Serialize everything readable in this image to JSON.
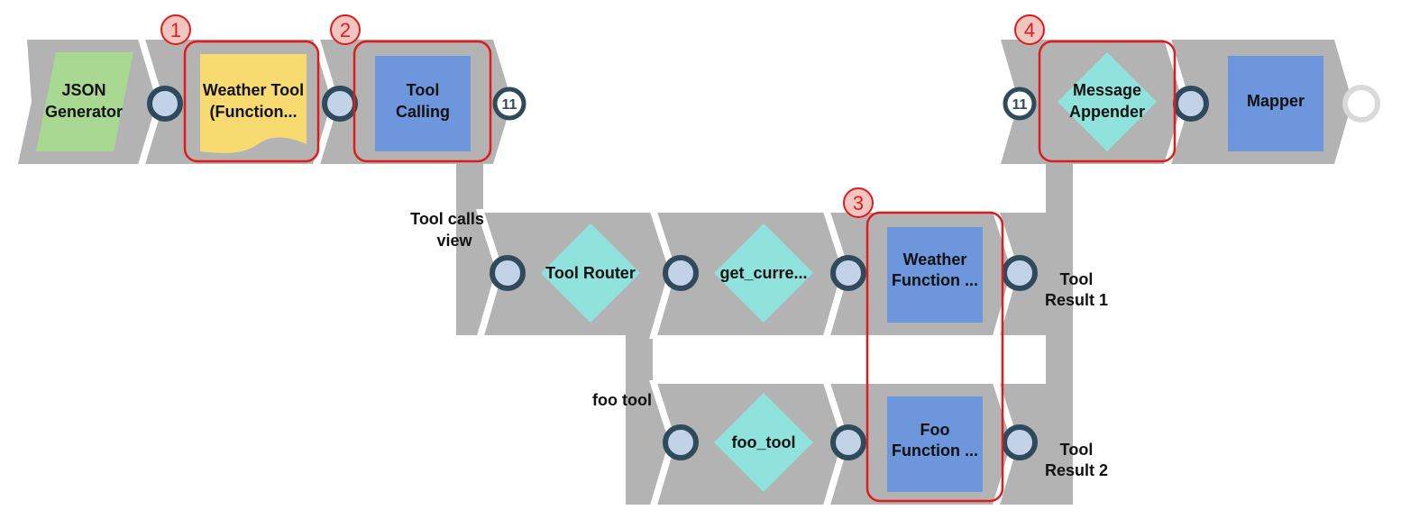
{
  "pipeline": {
    "snaps": {
      "json_generator": {
        "label_lines": [
          "JSON",
          "Generator"
        ],
        "shape": "parallelogram",
        "color": "#a8d891"
      },
      "weather_tool": {
        "label_lines": [
          "Weather Tool",
          "(Function..."
        ],
        "shape": "document",
        "color": "#f7da70"
      },
      "tool_calling": {
        "label_lines": [
          "Tool",
          "Calling"
        ],
        "shape": "square",
        "color": "#6d96dc"
      },
      "message_appender": {
        "label_lines": [
          "Message",
          "Appender"
        ],
        "shape": "diamond",
        "color": "#8fe3dc"
      },
      "mapper": {
        "label_lines": [
          "Mapper"
        ],
        "shape": "square",
        "color": "#6d96dc"
      },
      "tool_router": {
        "label_lines": [
          "Tool Router"
        ],
        "shape": "diamond",
        "color": "#8fe3dc"
      },
      "get_current": {
        "label_lines": [
          "get_curre..."
        ],
        "shape": "diamond",
        "color": "#8fe3dc"
      },
      "weather_function": {
        "label_lines": [
          "Weather",
          "Function ..."
        ],
        "shape": "square",
        "color": "#6d96dc"
      },
      "foo_tool": {
        "label_lines": [
          "foo_tool"
        ],
        "shape": "diamond",
        "color": "#8fe3dc"
      },
      "foo_function": {
        "label_lines": [
          "Foo",
          "Function ..."
        ],
        "shape": "square",
        "color": "#6d96dc"
      }
    },
    "branch_labels": {
      "tool_calls_view": [
        "Tool calls",
        "view"
      ],
      "foo_tool": [
        "foo tool"
      ],
      "tool_result_1": [
        "Tool",
        "Result 1"
      ],
      "tool_result_2": [
        "Tool",
        "Result 2"
      ]
    },
    "badges": {
      "tool_calling_out": "11",
      "message_appender_in": "11"
    },
    "callouts": [
      "1",
      "2",
      "3",
      "4"
    ]
  },
  "colors": {
    "track": "#b3b3b3",
    "port_fill": "#c2d3e8",
    "port_stroke": "#2e4a5b",
    "highlight": "#e01b1b",
    "callout_fill": "#f1c5c0"
  }
}
